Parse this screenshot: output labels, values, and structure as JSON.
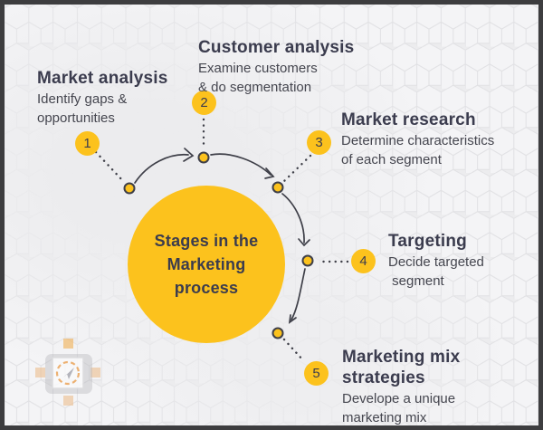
{
  "diagram": {
    "center": {
      "title_display": "Stages in the\nMarketing\nprocess"
    },
    "stages": [
      {
        "number": "1",
        "title": "Market analysis",
        "description": "Identify gaps &\nopportunities"
      },
      {
        "number": "2",
        "title": "Customer analysis",
        "description": "Examine customers\n& do segmentation"
      },
      {
        "number": "3",
        "title": "Market research",
        "description": "Determine characteristics\nof each segment"
      },
      {
        "number": "4",
        "title": "Targeting",
        "description": "Decide targeted\n segment"
      },
      {
        "number": "5",
        "title": "Marketing mix\nstrategies",
        "description": "Develope a unique\nmarketing mix"
      }
    ],
    "colors": {
      "accent_yellow": "#fcc21d",
      "text_dark": "#3b3c4e",
      "arrow_dark": "#3e3f48",
      "background": "#ececee",
      "frame_border": "#3d3d3f",
      "watermark_orange": "#e9973f"
    }
  }
}
